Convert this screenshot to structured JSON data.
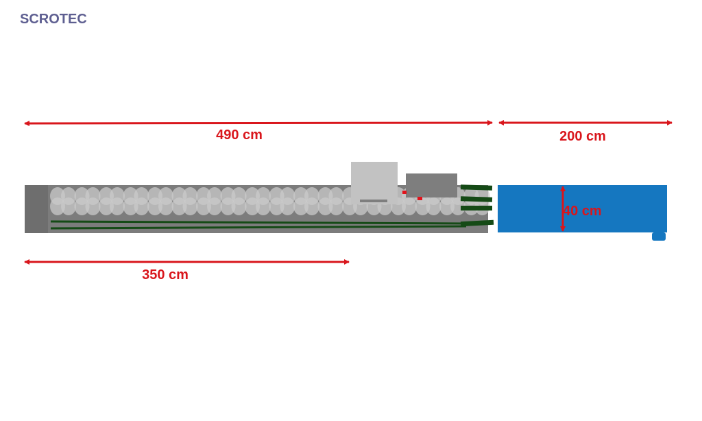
{
  "brand": {
    "name": "SCROTEC",
    "color": "#5e5f91"
  },
  "colors": {
    "dimension": "#d9161c",
    "conveyor_body": "#7c7c7c",
    "roller": "#c9c9c9",
    "rail": "#154a16",
    "machine_light": "#c2c2c2",
    "machine_dark": "#7e7e7e",
    "table": "#1577c0",
    "indicator": "#e2121b"
  },
  "dimensions": {
    "total_length": "490 cm",
    "table_length": "200 cm",
    "table_height": "40 cm",
    "roller_length": "350 cm"
  }
}
